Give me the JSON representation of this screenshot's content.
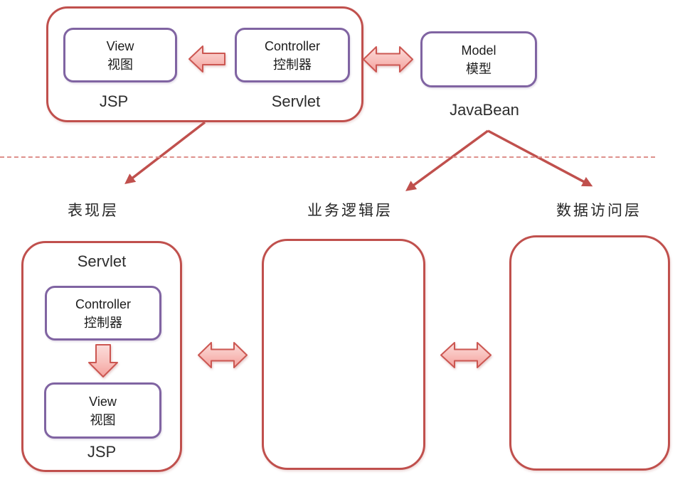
{
  "diagram": {
    "mvc": {
      "view": {
        "name": "View",
        "name_zh": "视图"
      },
      "controller": {
        "name": "Controller",
        "name_zh": "控制器"
      },
      "model": {
        "name": "Model",
        "name_zh": "模型"
      },
      "view_tech": "JSP",
      "controller_tech": "Servlet",
      "model_tech": "JavaBean"
    },
    "tiers": {
      "presentation": "表现层",
      "business": "业务逻辑层",
      "data_access": "数据访问层"
    },
    "presentation_tier": {
      "title": "Servlet",
      "controller": {
        "name": "Controller",
        "name_zh": "控制器"
      },
      "view": {
        "name": "View",
        "name_zh": "视图"
      },
      "footer": "JSP"
    },
    "colors": {
      "container_border": "#C0504D",
      "component_border": "#8064A2",
      "block_arrow_fill_light": "#FBDCDA",
      "block_arrow_fill_dark": "#F4A09C",
      "block_arrow_stroke": "#CC5752",
      "connector": "#C0504D",
      "separator_dash": "#DE908C",
      "text": "#262626"
    }
  }
}
